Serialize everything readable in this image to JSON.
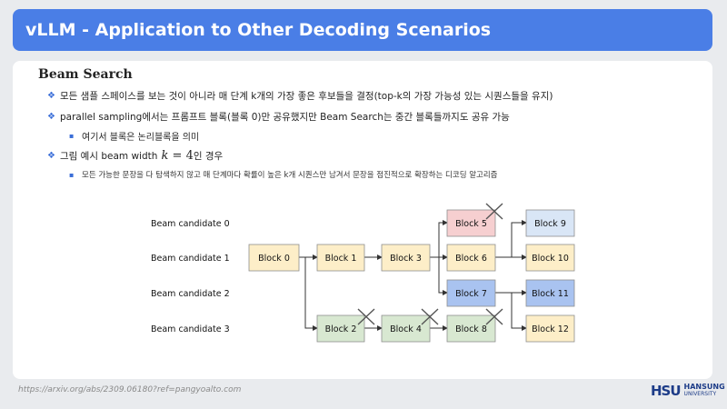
{
  "header": {
    "title": "vLLM - Application to Other Decoding Scenarios"
  },
  "section": {
    "title": "Beam Search",
    "bullets": [
      {
        "text": "모든 샘플 스페이스를 보는 것이 아니라 매 단계 k개의 가장 좋은 후보들을 결정(top-k의 가장 가능성 있는 시퀀스들을 유지)"
      },
      {
        "text": "parallel sampling에서는 프롬프트 블록(블록 0)만 공유했지만 Beam Search는 중간 블록들까지도 공유 가능",
        "sub": "여기서 블록은 논리블록을 의미"
      },
      {
        "prefix": "그림 예시 beam width ",
        "math_k": "k",
        "math_eq": " = 4",
        "suffix": "인 경우",
        "sub": "모든 가능한 문장을 다 탐색하지 않고 매 단계마다 확률이 높은 k개 시퀀스만 남겨서 문장을 점진적으로 확장하는 디코딩 알고리즘"
      }
    ]
  },
  "diagram": {
    "candidates": [
      "Beam candidate 0",
      "Beam candidate 1",
      "Beam candidate 2",
      "Beam candidate 3"
    ],
    "blocks": [
      {
        "id": "b0",
        "label": "Block 0",
        "color": "#fdeec8",
        "pruned": false
      },
      {
        "id": "b1",
        "label": "Block 1",
        "color": "#fdeec8",
        "pruned": false
      },
      {
        "id": "b3",
        "label": "Block 3",
        "color": "#fdeec8",
        "pruned": false
      },
      {
        "id": "b5",
        "label": "Block 5",
        "color": "#f6cfd0",
        "pruned": true
      },
      {
        "id": "b6",
        "label": "Block 6",
        "color": "#fdeec8",
        "pruned": false
      },
      {
        "id": "b7",
        "label": "Block 7",
        "color": "#a9c3f0",
        "pruned": false
      },
      {
        "id": "b2",
        "label": "Block 2",
        "color": "#d8e8d1",
        "pruned": true
      },
      {
        "id": "b4",
        "label": "Block 4",
        "color": "#d8e8d1",
        "pruned": true
      },
      {
        "id": "b8",
        "label": "Block 8",
        "color": "#d8e8d1",
        "pruned": true
      },
      {
        "id": "b9",
        "label": "Block 9",
        "color": "#d9e6f6",
        "pruned": false
      },
      {
        "id": "b10",
        "label": "Block 10",
        "color": "#fdeec8",
        "pruned": false
      },
      {
        "id": "b11",
        "label": "Block 11",
        "color": "#a9c3f0",
        "pruned": false
      },
      {
        "id": "b12",
        "label": "Block 12",
        "color": "#fdeec8",
        "pruned": false
      }
    ]
  },
  "footer": {
    "source": "https://arxiv.org/abs/2309.06180?ref=pangyoalto.com",
    "logo_mark": "HSU",
    "logo_line1": "HANSUNG",
    "logo_line2": "UNIVERSITY"
  }
}
